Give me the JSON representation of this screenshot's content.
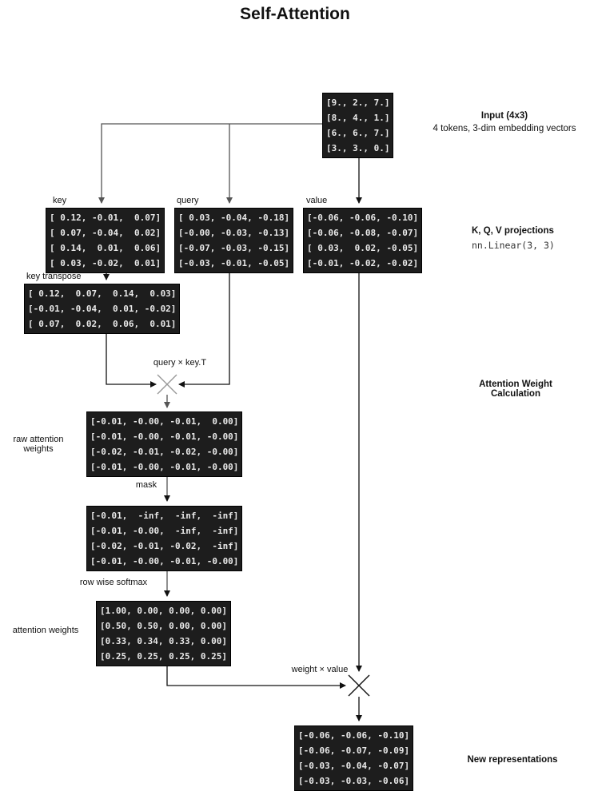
{
  "title": "Self-Attention",
  "colors": {
    "matrix_bg": "#1d1d1d",
    "matrix_text": "#e9e9e9",
    "connector": "#444444",
    "multiply_node_light": "#999999",
    "multiply_node_dark": "#111111"
  },
  "labels": {
    "key": "key",
    "query": "query",
    "value": "value",
    "key_transpose": "key transpose",
    "query_x_keyt": "query × key.T",
    "raw_attention": [
      "raw attention",
      "weights"
    ],
    "mask": "mask",
    "row_wise_softmax": "row wise softmax",
    "attention_weights": "attention weights",
    "weight_x_value": "weight × value"
  },
  "annotations": {
    "input_title": "Input (4x3)",
    "input_subtitle": "4 tokens, 3-dim embedding vectors",
    "kqv_title": "K, Q, V projections",
    "kqv_code": "nn.Linear(3, 3)",
    "attention_calc": [
      "Attention Weight",
      "Calculation"
    ],
    "new_representations": "New representations"
  },
  "matrices": {
    "input": {
      "rows": [
        "[9., 2., 7.]",
        "[8., 4., 1.]",
        "[6., 6., 7.]",
        "[3., 3., 0.]"
      ]
    },
    "key": {
      "rows": [
        "[ 0.12, -0.01,  0.07]",
        "[ 0.07, -0.04,  0.02]",
        "[ 0.14,  0.01,  0.06]",
        "[ 0.03, -0.02,  0.01]"
      ]
    },
    "query": {
      "rows": [
        "[ 0.03, -0.04, -0.18]",
        "[-0.00, -0.03, -0.13]",
        "[-0.07, -0.03, -0.15]",
        "[-0.03, -0.01, -0.05]"
      ]
    },
    "value": {
      "rows": [
        "[-0.06, -0.06, -0.10]",
        "[-0.06, -0.08, -0.07]",
        "[ 0.03,  0.02, -0.05]",
        "[-0.01, -0.02, -0.02]"
      ]
    },
    "key_transpose": {
      "rows": [
        "[ 0.12,  0.07,  0.14,  0.03]",
        "[-0.01, -0.04,  0.01, -0.02]",
        "[ 0.07,  0.02,  0.06,  0.01]"
      ]
    },
    "raw_attention": {
      "rows": [
        "[-0.01, -0.00, -0.01,  0.00]",
        "[-0.01, -0.00, -0.01, -0.00]",
        "[-0.02, -0.01, -0.02, -0.00]",
        "[-0.01, -0.00, -0.01, -0.00]"
      ]
    },
    "mask": {
      "rows": [
        "[-0.01,  -inf,  -inf,  -inf]",
        "[-0.01, -0.00,  -inf,  -inf]",
        "[-0.02, -0.01, -0.02,  -inf]",
        "[-0.01, -0.00, -0.01, -0.00]"
      ]
    },
    "attention_weights": {
      "rows": [
        "[1.00, 0.00, 0.00, 0.00]",
        "[0.50, 0.50, 0.00, 0.00]",
        "[0.33, 0.34, 0.33, 0.00]",
        "[0.25, 0.25, 0.25, 0.25]"
      ]
    },
    "output": {
      "rows": [
        "[-0.06, -0.06, -0.10]",
        "[-0.06, -0.07, -0.09]",
        "[-0.03, -0.04, -0.07]",
        "[-0.03, -0.03, -0.06]"
      ]
    }
  }
}
